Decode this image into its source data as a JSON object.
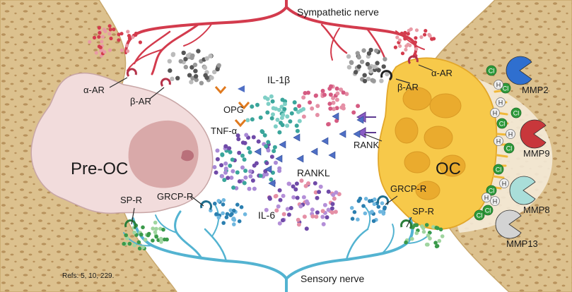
{
  "labels": {
    "sympathetic_nerve": "Sympathetic nerve",
    "sensory_nerve": "Sensory nerve",
    "pre_oc": "Pre-OC",
    "oc": "OC",
    "alpha_ar_left": "α-AR",
    "beta_ar_left": "β-AR",
    "alpha_ar_right": "α-AR",
    "beta_ar_right": "β-AR",
    "sp_r_left": "SP-R",
    "sp_r_right": "SP-R",
    "grcp_r_left": "GRCP-R",
    "grcp_r_right": "GRCP-R",
    "il1b": "IL-1β",
    "opg": "OPG",
    "tnfa": "TNF-α",
    "rank": "RANK",
    "rankl": "RANKL",
    "il6": "IL-6",
    "mmp2": "MMP2",
    "mmp9": "MMP9",
    "mmp8": "MMP8",
    "mmp13": "MMP13",
    "refs": "Refs: 5, 10, 229."
  },
  "ions": {
    "cl": "Cl",
    "h": "H"
  },
  "colors": {
    "bone": "#dcc18e",
    "bone_pores": "#b28e5a",
    "marrow_bg": "#f3ead9",
    "pre_oc": "#f2dcdc",
    "pre_oc_nucleus": "#d9a9a9",
    "oc": "#f7c94a",
    "oc_nucleus": "#eaab2e",
    "sympathetic": "#d33b4d",
    "sensory": "#53b3d1",
    "rankl": "#4f6fc5",
    "opg": "#e07a1f",
    "mmp2": "#2f6fcf",
    "mmp9": "#c8373b",
    "mmp8": "#a9ded9",
    "mmp13": "#cfcfcf",
    "cl_ion": "#2e9a3a"
  },
  "icons": [
    "alpha-ar-receptor-icon",
    "beta-ar-receptor-icon",
    "sp-receptor-icon",
    "grcp-receptor-icon",
    "rank-receptor-icon",
    "opg-chevron-icon",
    "rankl-triangle-icon",
    "mmp-pacman-icon",
    "chloride-ion-icon",
    "hydrogen-ion-icon"
  ]
}
